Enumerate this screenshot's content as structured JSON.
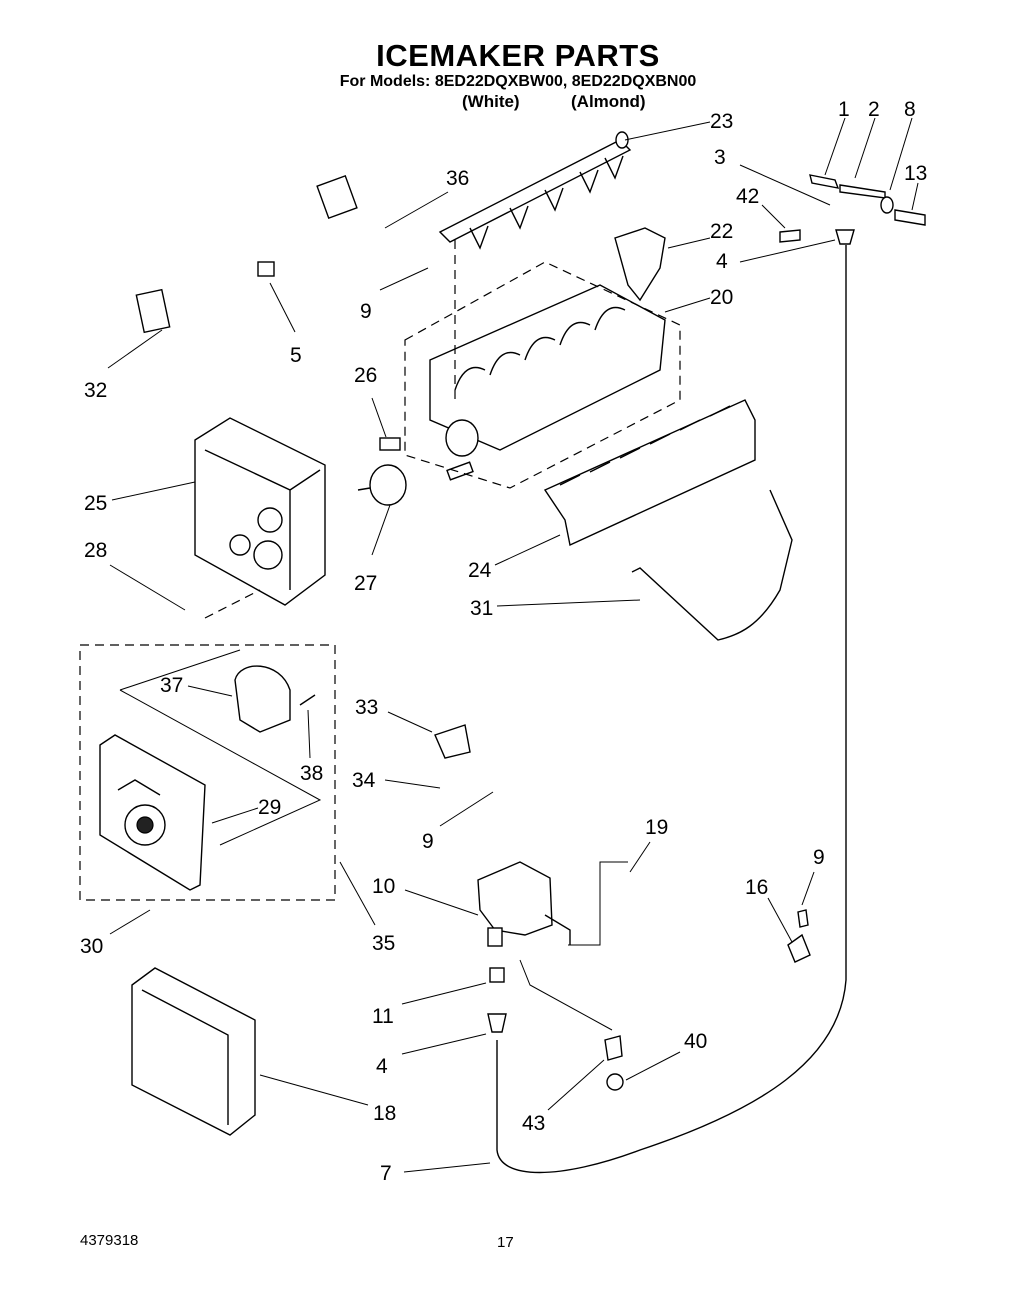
{
  "title": "ICEMAKER PARTS",
  "models_line": "For Models: 8ED22DQXBW00, 8ED22DQXBN00",
  "variants": [
    "(White)",
    "(Almond)"
  ],
  "footer": {
    "doc_number": "4379318",
    "page_number": "17"
  },
  "callouts": [
    "1",
    "2",
    "8",
    "3",
    "13",
    "42",
    "4",
    "23",
    "36",
    "22",
    "9",
    "20",
    "5",
    "32",
    "26",
    "25",
    "27",
    "28",
    "24",
    "31",
    "37",
    "38",
    "33",
    "34",
    "9",
    "29",
    "19",
    "10",
    "9",
    "16",
    "30",
    "35",
    "11",
    "4",
    "40",
    "18",
    "43",
    "7"
  ]
}
